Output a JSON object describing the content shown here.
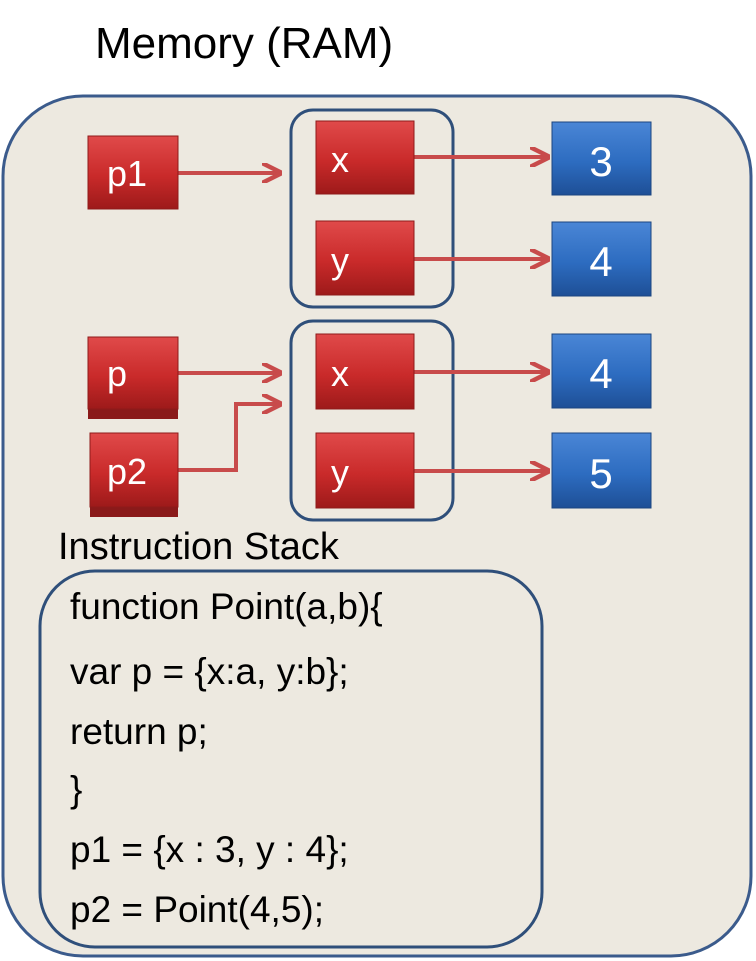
{
  "memory": {
    "title": "Memory (RAM)",
    "variables": [
      {
        "id": "p1",
        "label": "p1"
      },
      {
        "id": "p",
        "label": "p"
      },
      {
        "id": "p2",
        "label": "p2"
      }
    ],
    "objects": [
      {
        "id": "obj1",
        "fields": [
          {
            "label": "x"
          },
          {
            "label": "y"
          }
        ]
      },
      {
        "id": "obj2",
        "fields": [
          {
            "label": "x"
          },
          {
            "label": "y"
          }
        ]
      }
    ],
    "values": [
      {
        "label": "3"
      },
      {
        "label": "4"
      },
      {
        "label": "4"
      },
      {
        "label": "5"
      }
    ]
  },
  "instruction_stack": {
    "title": "Instruction Stack",
    "lines": [
      "function Point(a,b){",
      "var p = {x:a, y:b};",
      "return p;",
      "}",
      "p1 = {x : 3, y : 4};",
      "p2 = Point(4,5);"
    ]
  },
  "colors": {
    "memory_bg": "#ede9e0",
    "border": "#3b5b8c",
    "variable_red": "#cf2d2d",
    "value_blue": "#2f6fc4",
    "arrow": "#c84b4b"
  }
}
